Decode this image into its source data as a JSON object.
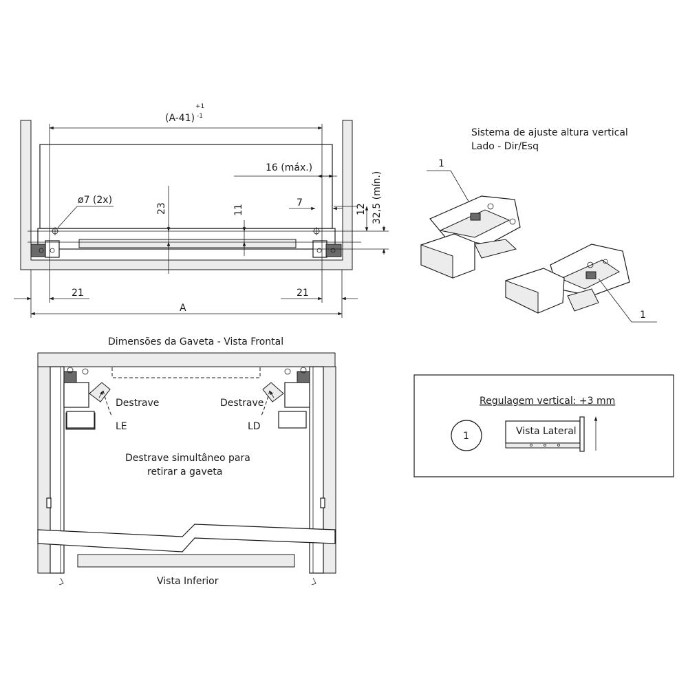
{
  "front_view": {
    "dim_A41": "(A-41)",
    "tol_plus": "+1",
    "tol_minus": "-1",
    "dim_16": "16 (máx.)",
    "dim_hole": "ø7 (2x)",
    "dim_23": "23",
    "dim_11": "11",
    "dim_7": "7",
    "dim_12": "12",
    "dim_32": "32,5 (mín.)",
    "dim_21_left": "21",
    "dim_21_right": "21",
    "dim_A": "A"
  },
  "front_caption": "Dimensões da Gaveta - Vista Frontal",
  "adjust_title_1": "Sistema de ajuste altura vertical",
  "adjust_title_2": "Lado - Dir/Esq",
  "callout_top": "1",
  "callout_bottom": "1",
  "bottom_view": {
    "release_left": "Destrave",
    "release_right": "Destrave",
    "side_left": "LE",
    "side_right": "LD",
    "note_line1": "Destrave simultâneo para",
    "note_line2": "retirar a gaveta",
    "caption": "Vista Inferior"
  },
  "adjust_box": {
    "title": "Regulagem vertical: +3 mm",
    "badge": "1",
    "side_label": "Vista Lateral"
  }
}
